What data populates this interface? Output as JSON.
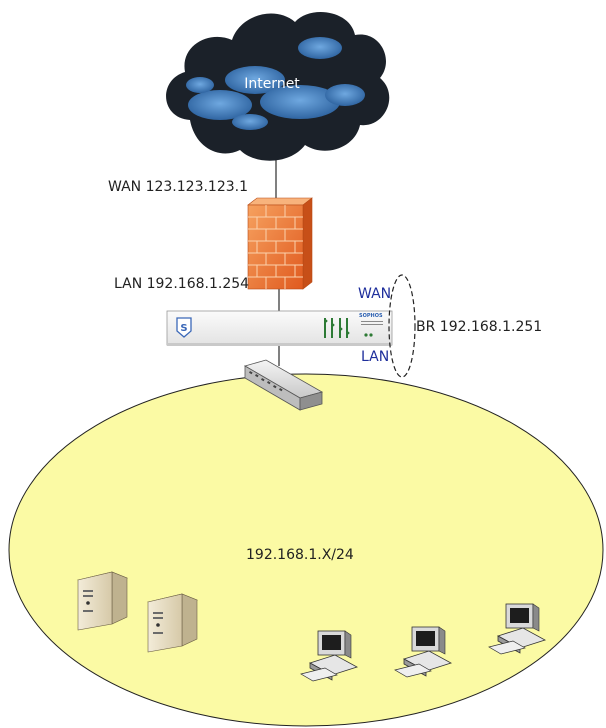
{
  "internet": {
    "label": "Internet"
  },
  "firewall": {
    "wan_label": "WAN 123.123.123.1",
    "lan_label": "LAN 192.168.1.254"
  },
  "sophos": {
    "brand": "SOPHOS",
    "logo_letter": "S",
    "wan_port": "WAN",
    "lan_port": "LAN",
    "bridge_label": "BR 192.168.1.251"
  },
  "lan": {
    "subnet_label": "192.168.1.X/24"
  },
  "colors": {
    "cloud_dark": "#1b2129",
    "cloud_blue": "#3b78b8",
    "firewall": "#f07d3a",
    "lan_zone": "#fbfaa4",
    "port_label": "#1f2f9c",
    "link": "#000000"
  },
  "icons": {
    "cloud": "cloud-icon",
    "firewall": "brick-firewall-icon",
    "appliance": "sophos-appliance-icon",
    "switch": "network-switch-icon",
    "server": "server-tower-icon",
    "workstation": "desktop-computer-icon"
  }
}
